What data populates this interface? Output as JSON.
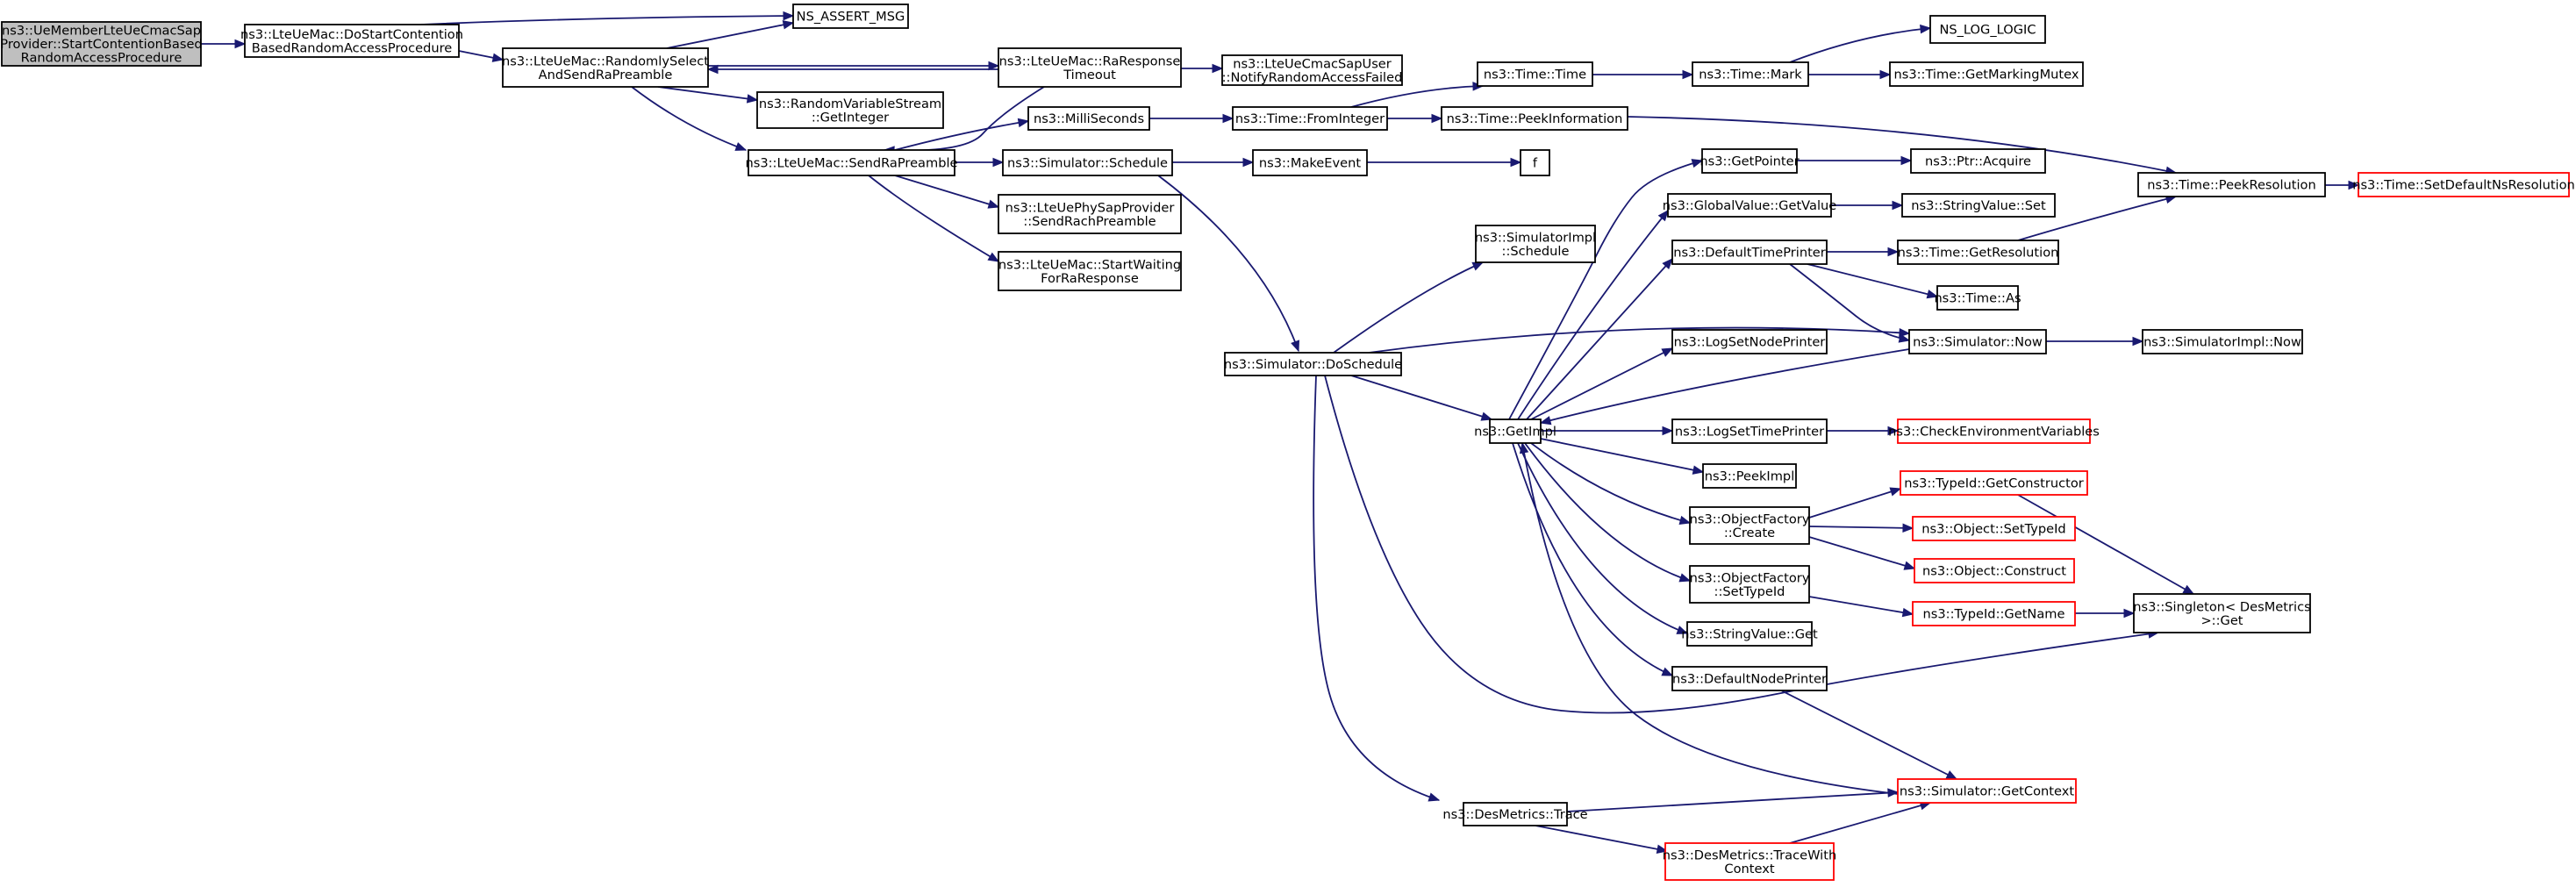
{
  "colors": {
    "edge": "#191970",
    "node_border": "#000000",
    "truncated_border": "#ff0000",
    "root_fill": "#bfbfbf",
    "node_fill": "#ffffff"
  },
  "nodes": [
    {
      "id": "n0",
      "lines": [
        "ns3::UeMemberLteUeCmacSap",
        "Provider::StartContentionBased",
        "RandomAccessProcedure"
      ],
      "root": true
    },
    {
      "id": "n1",
      "lines": [
        "ns3::LteUeMac::DoStartContention",
        "BasedRandomAccessProcedure"
      ]
    },
    {
      "id": "n2",
      "lines": [
        "NS_ASSERT_MSG"
      ]
    },
    {
      "id": "n3",
      "lines": [
        "ns3::LteUeMac::RandomlySelect",
        "AndSendRaPreamble"
      ]
    },
    {
      "id": "n4",
      "lines": [
        "ns3::LteUeMac::RaResponse",
        "Timeout"
      ]
    },
    {
      "id": "n5",
      "lines": [
        "ns3::LteUeCmacSapUser",
        "::NotifyRandomAccessFailed"
      ]
    },
    {
      "id": "n6",
      "lines": [
        "ns3::RandomVariableStream",
        "::GetInteger"
      ]
    },
    {
      "id": "n7",
      "lines": [
        "ns3::LteUeMac::SendRaPreamble"
      ]
    },
    {
      "id": "n8",
      "lines": [
        "ns3::MilliSeconds"
      ]
    },
    {
      "id": "n9",
      "lines": [
        "ns3::Simulator::Schedule"
      ]
    },
    {
      "id": "n10",
      "lines": [
        "ns3::LteUePhySapProvider",
        "::SendRachPreamble"
      ]
    },
    {
      "id": "n11",
      "lines": [
        "ns3::LteUeMac::StartWaiting",
        "ForRaResponse"
      ]
    },
    {
      "id": "n12",
      "lines": [
        "ns3::Time::FromInteger"
      ]
    },
    {
      "id": "n13",
      "lines": [
        "ns3::MakeEvent"
      ]
    },
    {
      "id": "n14",
      "lines": [
        "f"
      ]
    },
    {
      "id": "n15",
      "lines": [
        "ns3::Time::Time"
      ]
    },
    {
      "id": "n16",
      "lines": [
        "ns3::Time::PeekInformation"
      ]
    },
    {
      "id": "n17",
      "lines": [
        "ns3::Time::Mark"
      ]
    },
    {
      "id": "n18",
      "lines": [
        "NS_LOG_LOGIC"
      ]
    },
    {
      "id": "n19",
      "lines": [
        "ns3::Time::GetMarkingMutex"
      ]
    },
    {
      "id": "n20",
      "lines": [
        "ns3::SimulatorImpl",
        "::Schedule"
      ]
    },
    {
      "id": "n21",
      "lines": [
        "ns3::Simulator::DoSchedule"
      ]
    },
    {
      "id": "n22",
      "lines": [
        "ns3::GetPointer"
      ]
    },
    {
      "id": "n23",
      "lines": [
        "ns3::Ptr::Acquire"
      ]
    },
    {
      "id": "n24",
      "lines": [
        "ns3::GlobalValue::GetValue"
      ]
    },
    {
      "id": "n25",
      "lines": [
        "ns3::StringValue::Set"
      ]
    },
    {
      "id": "n26",
      "lines": [
        "ns3::DefaultTimePrinter"
      ]
    },
    {
      "id": "n27",
      "lines": [
        "ns3::Time::GetResolution"
      ]
    },
    {
      "id": "n28",
      "lines": [
        "ns3::Time::As"
      ]
    },
    {
      "id": "n29",
      "lines": [
        "ns3::Time::PeekResolution"
      ]
    },
    {
      "id": "n30",
      "lines": [
        "ns3::Time::SetDefaultNsResolution"
      ],
      "truncated": true
    },
    {
      "id": "n31",
      "lines": [
        "ns3::Simulator::Now"
      ]
    },
    {
      "id": "n32",
      "lines": [
        "ns3::SimulatorImpl::Now"
      ]
    },
    {
      "id": "n33",
      "lines": [
        "ns3::LogSetNodePrinter"
      ]
    },
    {
      "id": "n34",
      "lines": [
        "ns3::GetImpl"
      ]
    },
    {
      "id": "n35",
      "lines": [
        "ns3::LogSetTimePrinter"
      ]
    },
    {
      "id": "n36",
      "lines": [
        "ns3::CheckEnvironmentVariables"
      ],
      "truncated": true
    },
    {
      "id": "n37",
      "lines": [
        "ns3::PeekImpl"
      ]
    },
    {
      "id": "n38",
      "lines": [
        "ns3::ObjectFactory",
        "::Create"
      ]
    },
    {
      "id": "n39",
      "lines": [
        "ns3::TypeId::GetConstructor"
      ],
      "truncated": true
    },
    {
      "id": "n40",
      "lines": [
        "ns3::Object::SetTypeId"
      ],
      "truncated": true
    },
    {
      "id": "n41",
      "lines": [
        "ns3::Object::Construct"
      ],
      "truncated": true
    },
    {
      "id": "n42",
      "lines": [
        "ns3::ObjectFactory",
        "::SetTypeId"
      ]
    },
    {
      "id": "n43",
      "lines": [
        "ns3::TypeId::GetName"
      ],
      "truncated": true
    },
    {
      "id": "n44",
      "lines": [
        "ns3::Singleton< DesMetrics",
        ">::Get"
      ]
    },
    {
      "id": "n45",
      "lines": [
        "ns3::StringValue::Get"
      ]
    },
    {
      "id": "n46",
      "lines": [
        "ns3::DefaultNodePrinter"
      ]
    },
    {
      "id": "n47",
      "lines": [
        "ns3::Simulator::GetContext"
      ],
      "truncated": true
    },
    {
      "id": "n48",
      "lines": [
        "ns3::DesMetrics::Trace"
      ]
    },
    {
      "id": "n49",
      "lines": [
        "ns3::DesMetrics::TraceWith",
        "Context"
      ],
      "truncated": true
    }
  ],
  "edges": [
    [
      "n0",
      "n1"
    ],
    [
      "n1",
      "n2"
    ],
    [
      "n1",
      "n3"
    ],
    [
      "n3",
      "n2"
    ],
    [
      "n3",
      "n4"
    ],
    [
      "n3",
      "n6"
    ],
    [
      "n3",
      "n7"
    ],
    [
      "n4",
      "n3"
    ],
    [
      "n4",
      "n5"
    ],
    [
      "n4",
      "n7"
    ],
    [
      "n7",
      "n8"
    ],
    [
      "n7",
      "n9"
    ],
    [
      "n7",
      "n10"
    ],
    [
      "n7",
      "n11"
    ],
    [
      "n8",
      "n12"
    ],
    [
      "n12",
      "n15"
    ],
    [
      "n12",
      "n16"
    ],
    [
      "n15",
      "n17"
    ],
    [
      "n17",
      "n18"
    ],
    [
      "n17",
      "n19"
    ],
    [
      "n16",
      "n29"
    ],
    [
      "n29",
      "n30"
    ],
    [
      "n9",
      "n13"
    ],
    [
      "n13",
      "n14"
    ],
    [
      "n9",
      "n21"
    ],
    [
      "n21",
      "n20"
    ],
    [
      "n21",
      "n31"
    ],
    [
      "n21",
      "n34"
    ],
    [
      "n21",
      "n44"
    ],
    [
      "n21",
      "n48"
    ],
    [
      "n34",
      "n22"
    ],
    [
      "n22",
      "n23"
    ],
    [
      "n34",
      "n24"
    ],
    [
      "n24",
      "n25"
    ],
    [
      "n34",
      "n26"
    ],
    [
      "n26",
      "n27"
    ],
    [
      "n26",
      "n28"
    ],
    [
      "n26",
      "n31"
    ],
    [
      "n27",
      "n29"
    ],
    [
      "n31",
      "n32"
    ],
    [
      "n31",
      "n34"
    ],
    [
      "n34",
      "n33"
    ],
    [
      "n34",
      "n35"
    ],
    [
      "n35",
      "n36"
    ],
    [
      "n34",
      "n37"
    ],
    [
      "n34",
      "n38"
    ],
    [
      "n38",
      "n39"
    ],
    [
      "n38",
      "n40"
    ],
    [
      "n38",
      "n41"
    ],
    [
      "n39",
      "n44"
    ],
    [
      "n34",
      "n42"
    ],
    [
      "n42",
      "n43"
    ],
    [
      "n43",
      "n44"
    ],
    [
      "n34",
      "n45"
    ],
    [
      "n34",
      "n46"
    ],
    [
      "n46",
      "n47"
    ],
    [
      "n47",
      "n34"
    ],
    [
      "n48",
      "n47"
    ],
    [
      "n48",
      "n49"
    ],
    [
      "n49",
      "n47"
    ]
  ]
}
